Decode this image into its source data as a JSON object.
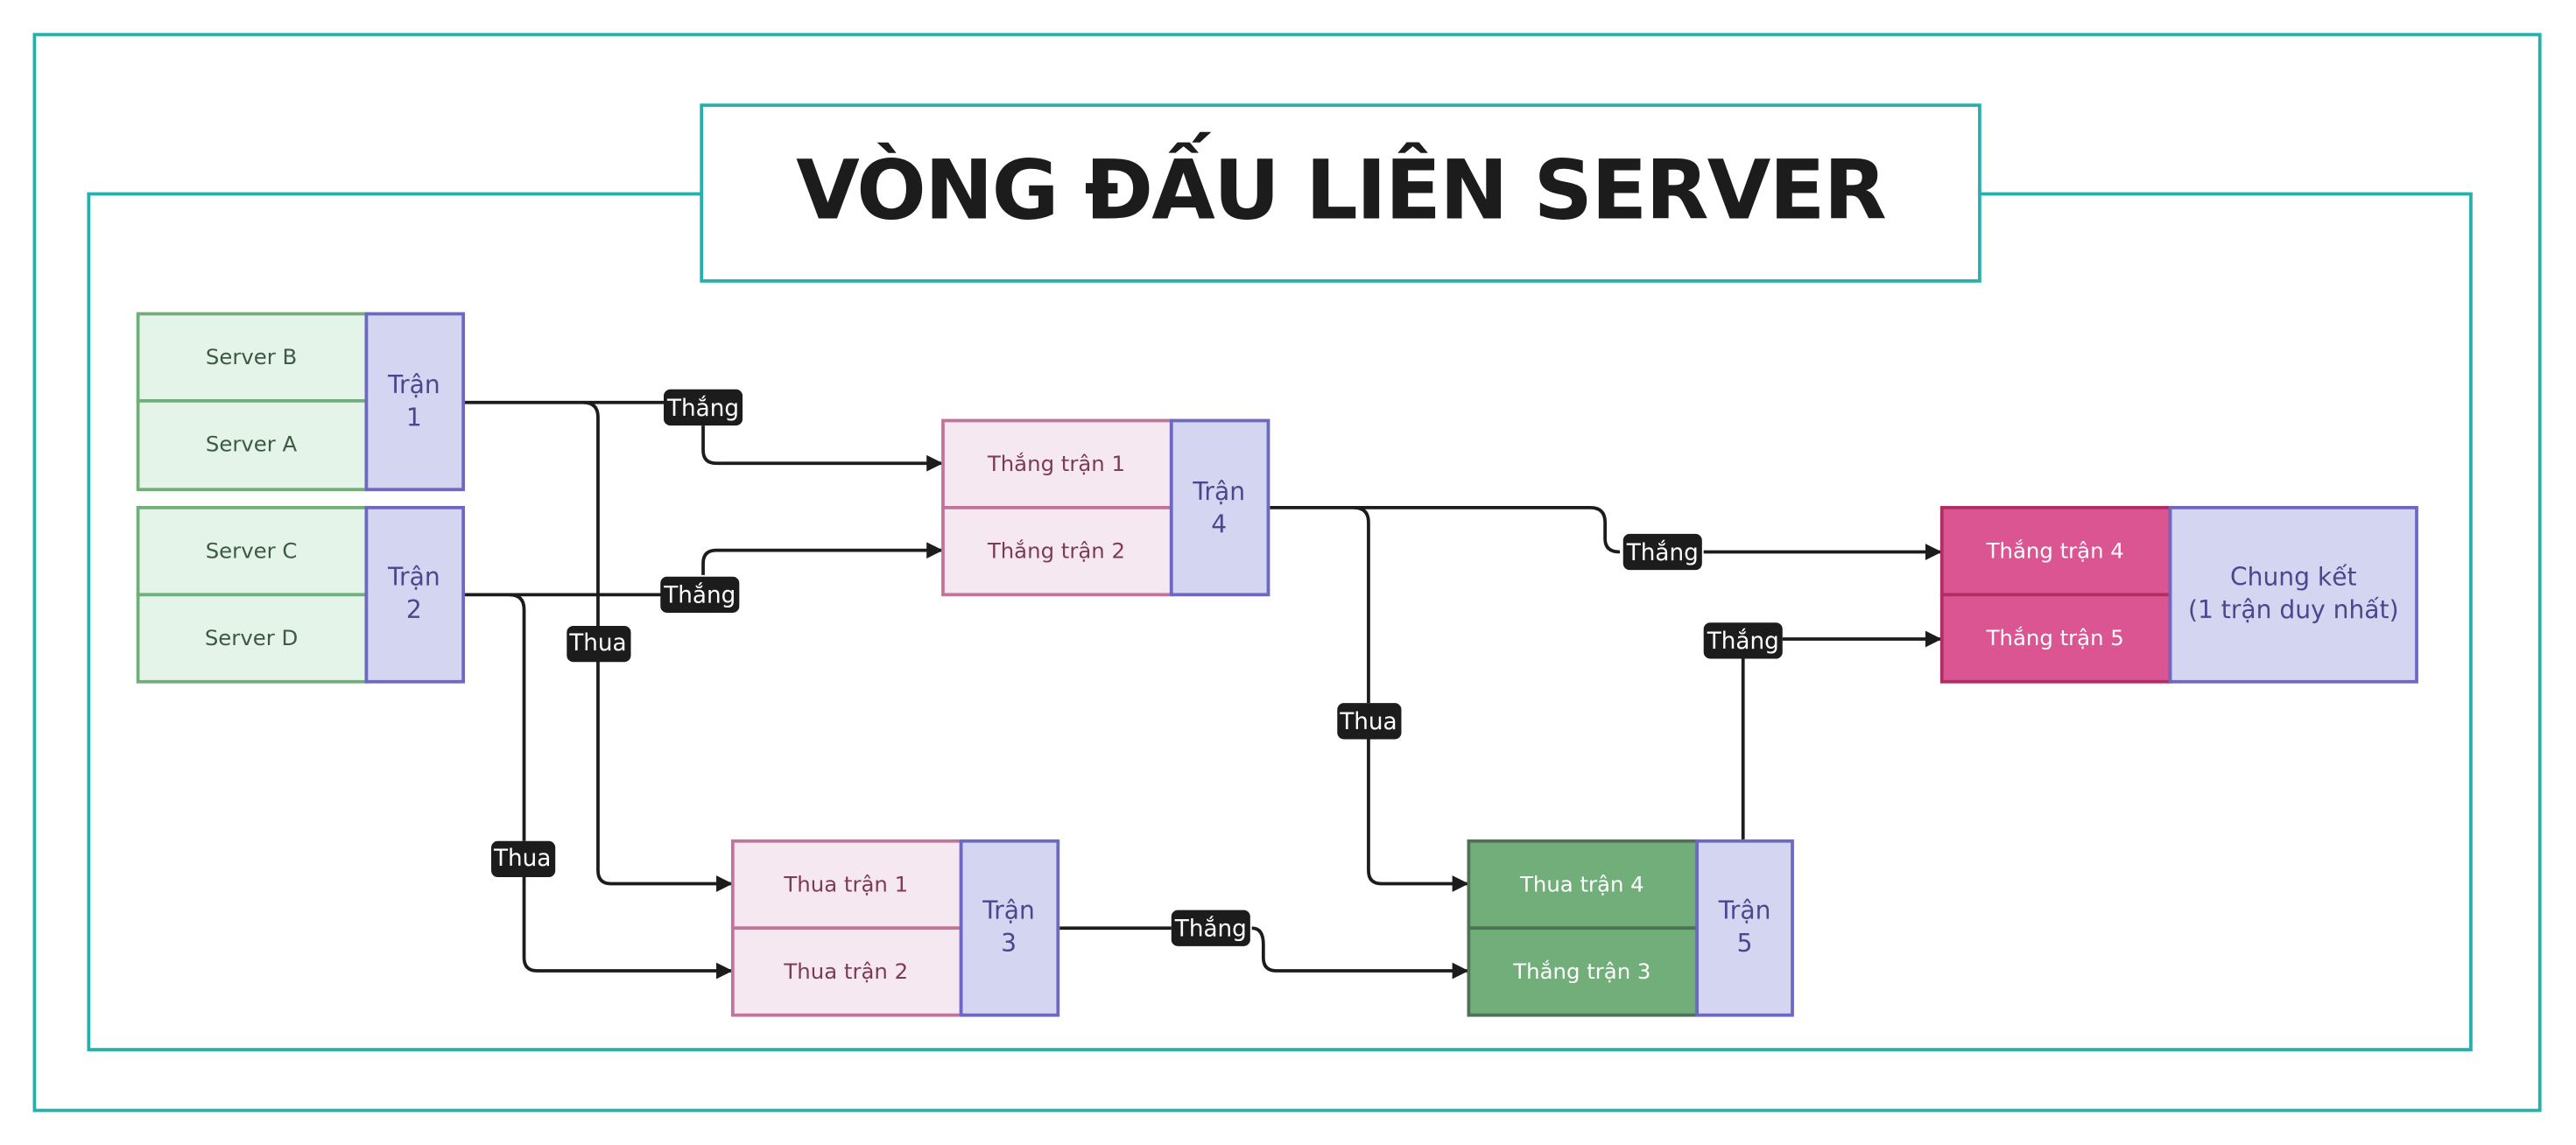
{
  "title": "VÒNG ĐẤU LIÊN SERVER",
  "colors": {
    "frame": "#26b0ac",
    "server_fill": "#e4f4e9",
    "server_stroke": "#72ae7a",
    "pending_fill": "#f6e8f0",
    "pending_stroke": "#c2739a",
    "loser_final_fill": "#72ae7a",
    "final_fill": "#db5593",
    "match_fill": "#d3d5f1",
    "match_stroke": "#6c68c3",
    "edge": "#1c1c1c"
  },
  "matches": [
    {
      "id": "m1",
      "label_line1": "Trận",
      "label_line2": "1",
      "slots": [
        "Server B",
        "Server A"
      ]
    },
    {
      "id": "m2",
      "label_line1": "Trận",
      "label_line2": "2",
      "slots": [
        "Server C",
        "Server D"
      ]
    },
    {
      "id": "m4",
      "label_line1": "Trận",
      "label_line2": "4",
      "slots": [
        "Thắng trận 1",
        "Thắng trận 2"
      ]
    },
    {
      "id": "m3",
      "label_line1": "Trận",
      "label_line2": "3",
      "slots": [
        "Thua trận 1",
        "Thua trận 2"
      ]
    },
    {
      "id": "m5",
      "label_line1": "Trận",
      "label_line2": "5",
      "slots": [
        "Thua trận 4",
        "Thắng trận 3"
      ]
    },
    {
      "id": "final",
      "label_line1": "Chung kết",
      "label_line2": "(1 trận duy nhất)",
      "slots": [
        "Thắng trận 4",
        "Thắng trận 5"
      ]
    }
  ],
  "edge_labels": {
    "m1_win": "Thắng",
    "m2_win": "Thắng",
    "m1_lose": "Thua",
    "m2_lose": "Thua",
    "m4_win": "Thắng",
    "m4_lose": "Thua",
    "m3_win": "Thắng",
    "m5_win": "Thắng"
  }
}
